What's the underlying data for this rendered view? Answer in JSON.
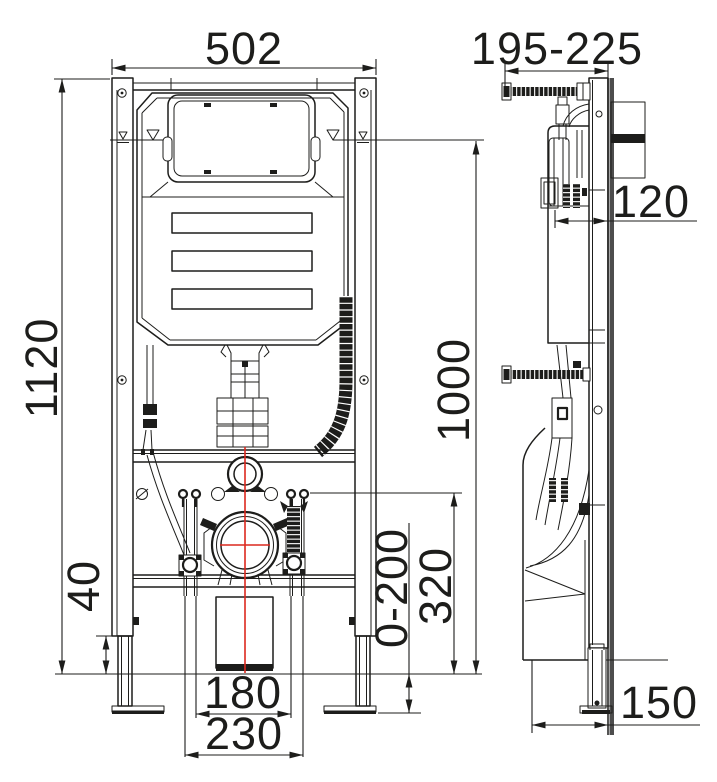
{
  "drawing": {
    "kind": "concealed-cistern-frame-installation-diagram",
    "views": 2
  },
  "colors": {
    "line": "#1d1d1b",
    "centerline": "#dc281e",
    "wall": "#4d4d4d",
    "background": "#ffffff"
  },
  "dimensions": {
    "frame_width": "502",
    "wall_bracket_range": "195-225",
    "frame_height": "1120",
    "flush_plate_height": "1000",
    "frame_depth": "120",
    "leg_extension": "40",
    "floor_adjust_range": "0-200",
    "outlet_height": "320",
    "stud_spacing": "180",
    "fixing_spacing": "230",
    "outlet_wall_distance": "150"
  }
}
